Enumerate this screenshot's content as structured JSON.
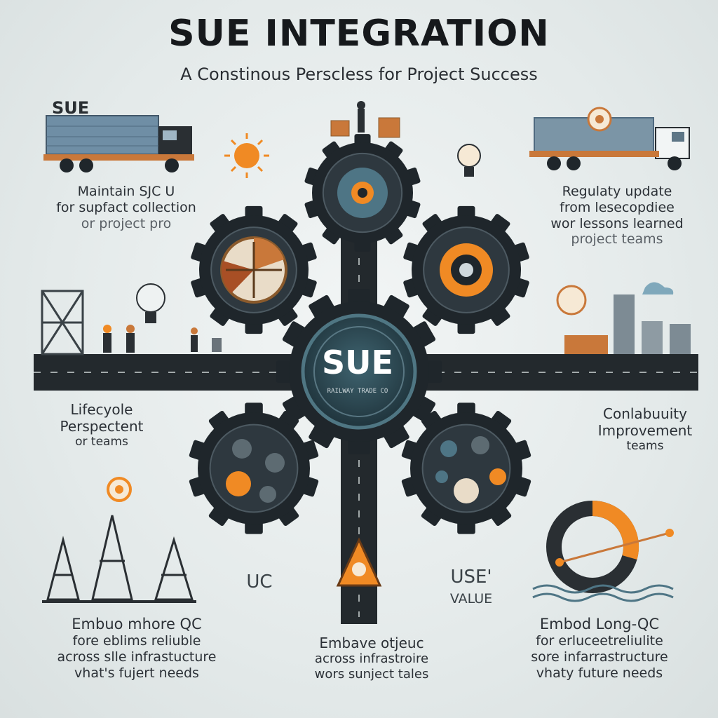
{
  "title": "SUE INTEGRATION",
  "subtitle": "A Constinous Perscless for Project Success",
  "center": {
    "label": "SUE",
    "sublabel": "RAILWAY TRADE CO"
  },
  "truck_badge": "SUE",
  "side_labels": {
    "uc": "UC",
    "use": "USE'",
    "value": "VALUE"
  },
  "blocks": {
    "top_left": [
      "Maintain SJC U",
      "for supfact collection",
      "or project pro"
    ],
    "top_right": [
      "Regulaty update",
      "from lesecopdiee",
      "wor lessons learned",
      "project teams"
    ],
    "mid_left": [
      "Lifecyole",
      "Perspectent",
      "or teams"
    ],
    "mid_right": [
      "Conlabuuity",
      "Improvement",
      "teams"
    ],
    "bottom_left": [
      "Embuo mhore QC",
      "fore eblims reliuble",
      "across slle infrastucture",
      "vhat's fujert needs"
    ],
    "bottom_center": [
      "Embave otjeuc",
      "across infrastroire",
      "wors sunject tales"
    ],
    "bottom_right": [
      "Embod Long-QC",
      "for erluceetreliulite",
      "sore infarrastructure",
      "vhaty future needs"
    ]
  },
  "colors": {
    "accent": "#f08a24",
    "dark": "#1f262b",
    "teal": "#3a5966",
    "background": "#e8eded"
  }
}
